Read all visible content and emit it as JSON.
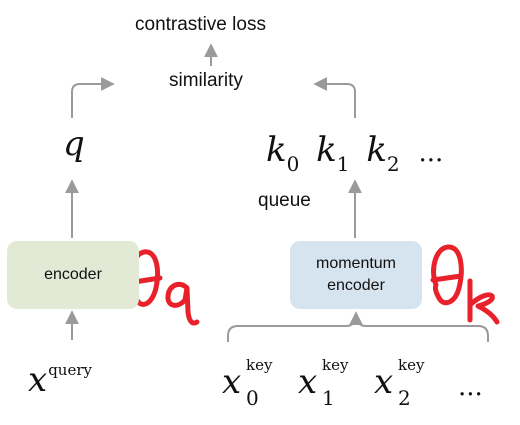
{
  "top": {
    "loss_label": "contrastive loss",
    "similarity_label": "similarity"
  },
  "query_branch": {
    "q_label": "q",
    "encoder_label": "encoder",
    "theta_q_annotation": "θq",
    "input_base": "x",
    "input_superscript": "query"
  },
  "key_branch": {
    "keys": [
      {
        "base": "k",
        "sub": "0"
      },
      {
        "base": "k",
        "sub": "1"
      },
      {
        "base": "k",
        "sub": "2"
      }
    ],
    "keys_ellipsis": "...",
    "queue_label": "queue",
    "encoder_label_line1": "momentum",
    "encoder_label_line2": "encoder",
    "theta_k_annotation": "θk",
    "inputs": [
      {
        "base": "x",
        "sup": "key",
        "sub": "0"
      },
      {
        "base": "x",
        "sup": "key",
        "sub": "1"
      },
      {
        "base": "x",
        "sup": "key",
        "sub": "2"
      }
    ],
    "inputs_ellipsis": "..."
  },
  "colors": {
    "encoder_fill": "#e2ead6",
    "momentum_encoder_fill": "#d6e4ef",
    "arrow": "#9a9a9a",
    "annotation": "#e8212a"
  }
}
